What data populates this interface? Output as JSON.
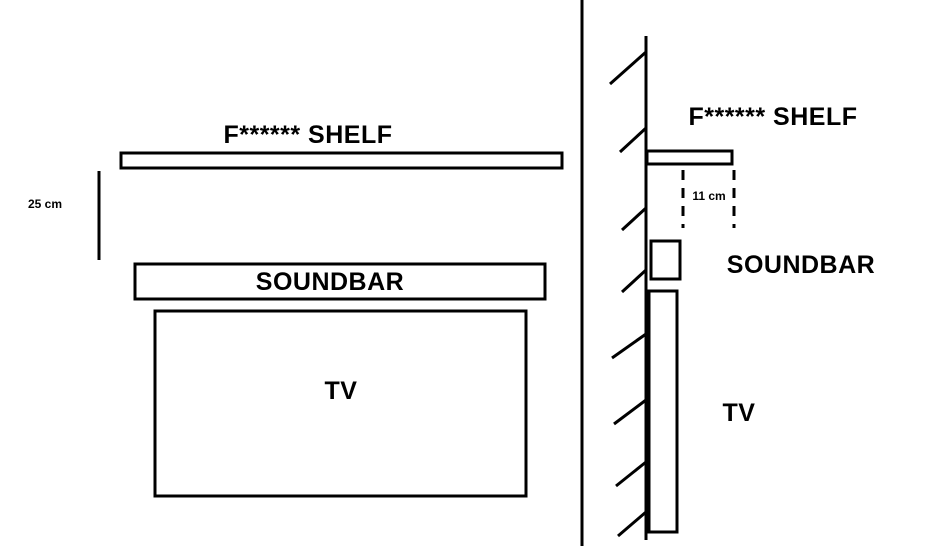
{
  "front_view": {
    "shelf_label": "F****** SHELF",
    "gap_label": "25 cm",
    "soundbar_label": "SOUNDBAR",
    "tv_label": "TV"
  },
  "side_view": {
    "shelf_label": "F****** SHELF",
    "depth_label": "11 cm",
    "soundbar_label": "SOUNDBAR",
    "tv_label": "TV"
  }
}
